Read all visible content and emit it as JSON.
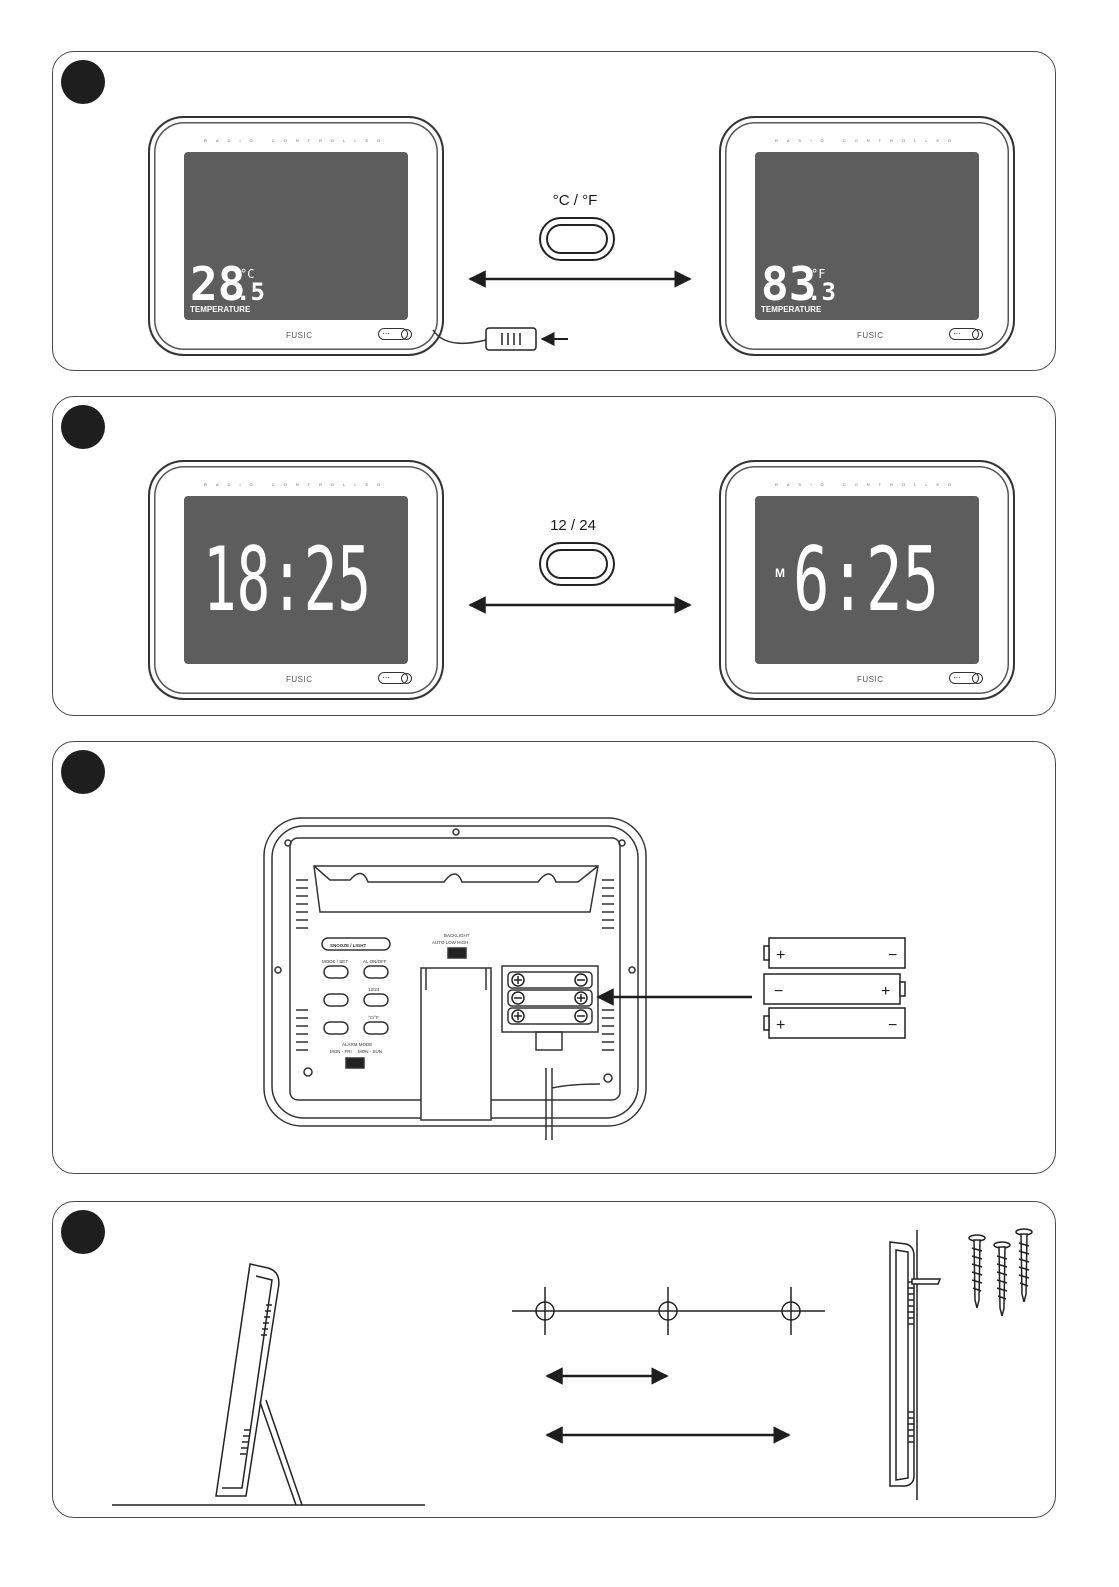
{
  "panels": [
    {
      "button_label": "°C / °F",
      "left_display": {
        "value": "28",
        "decimal": ".5",
        "unit": "°C",
        "caption": "TEMPERATURE"
      },
      "right_display": {
        "value": "83",
        "decimal": ".3",
        "unit": "°F",
        "caption": "TEMPERATURE"
      }
    },
    {
      "button_label": "12 / 24",
      "left_display": {
        "time": "18:25"
      },
      "right_display": {
        "prefix": "M",
        "time": "6:25"
      }
    }
  ],
  "clock": {
    "top_text": "RADIO CONTROLLED",
    "brand": "FUSIC"
  },
  "back_panel": {
    "label_snooze": "SNOOZE / LIGHT",
    "label_mode": "MODE / SET",
    "label_al": "AL ON/OFF",
    "label_1224": "12/24",
    "label_cf": "°C/°F",
    "label_alarm_mode": "ALARM MODE",
    "label_alarm_opt1": "MON - FRI",
    "label_alarm_opt2": "MON - SUN",
    "label_backlight": "BACKLIGHT",
    "label_bl_opts": "AUTO  LOW  HIGH"
  },
  "batteries": [
    {
      "left": "+",
      "right": "−"
    },
    {
      "left": "−",
      "right": "+"
    },
    {
      "left": "+",
      "right": "−"
    }
  ],
  "colors": {
    "screen": "#5d5d5d",
    "ink": "#1e1e1e",
    "segment": "#ffffff"
  }
}
